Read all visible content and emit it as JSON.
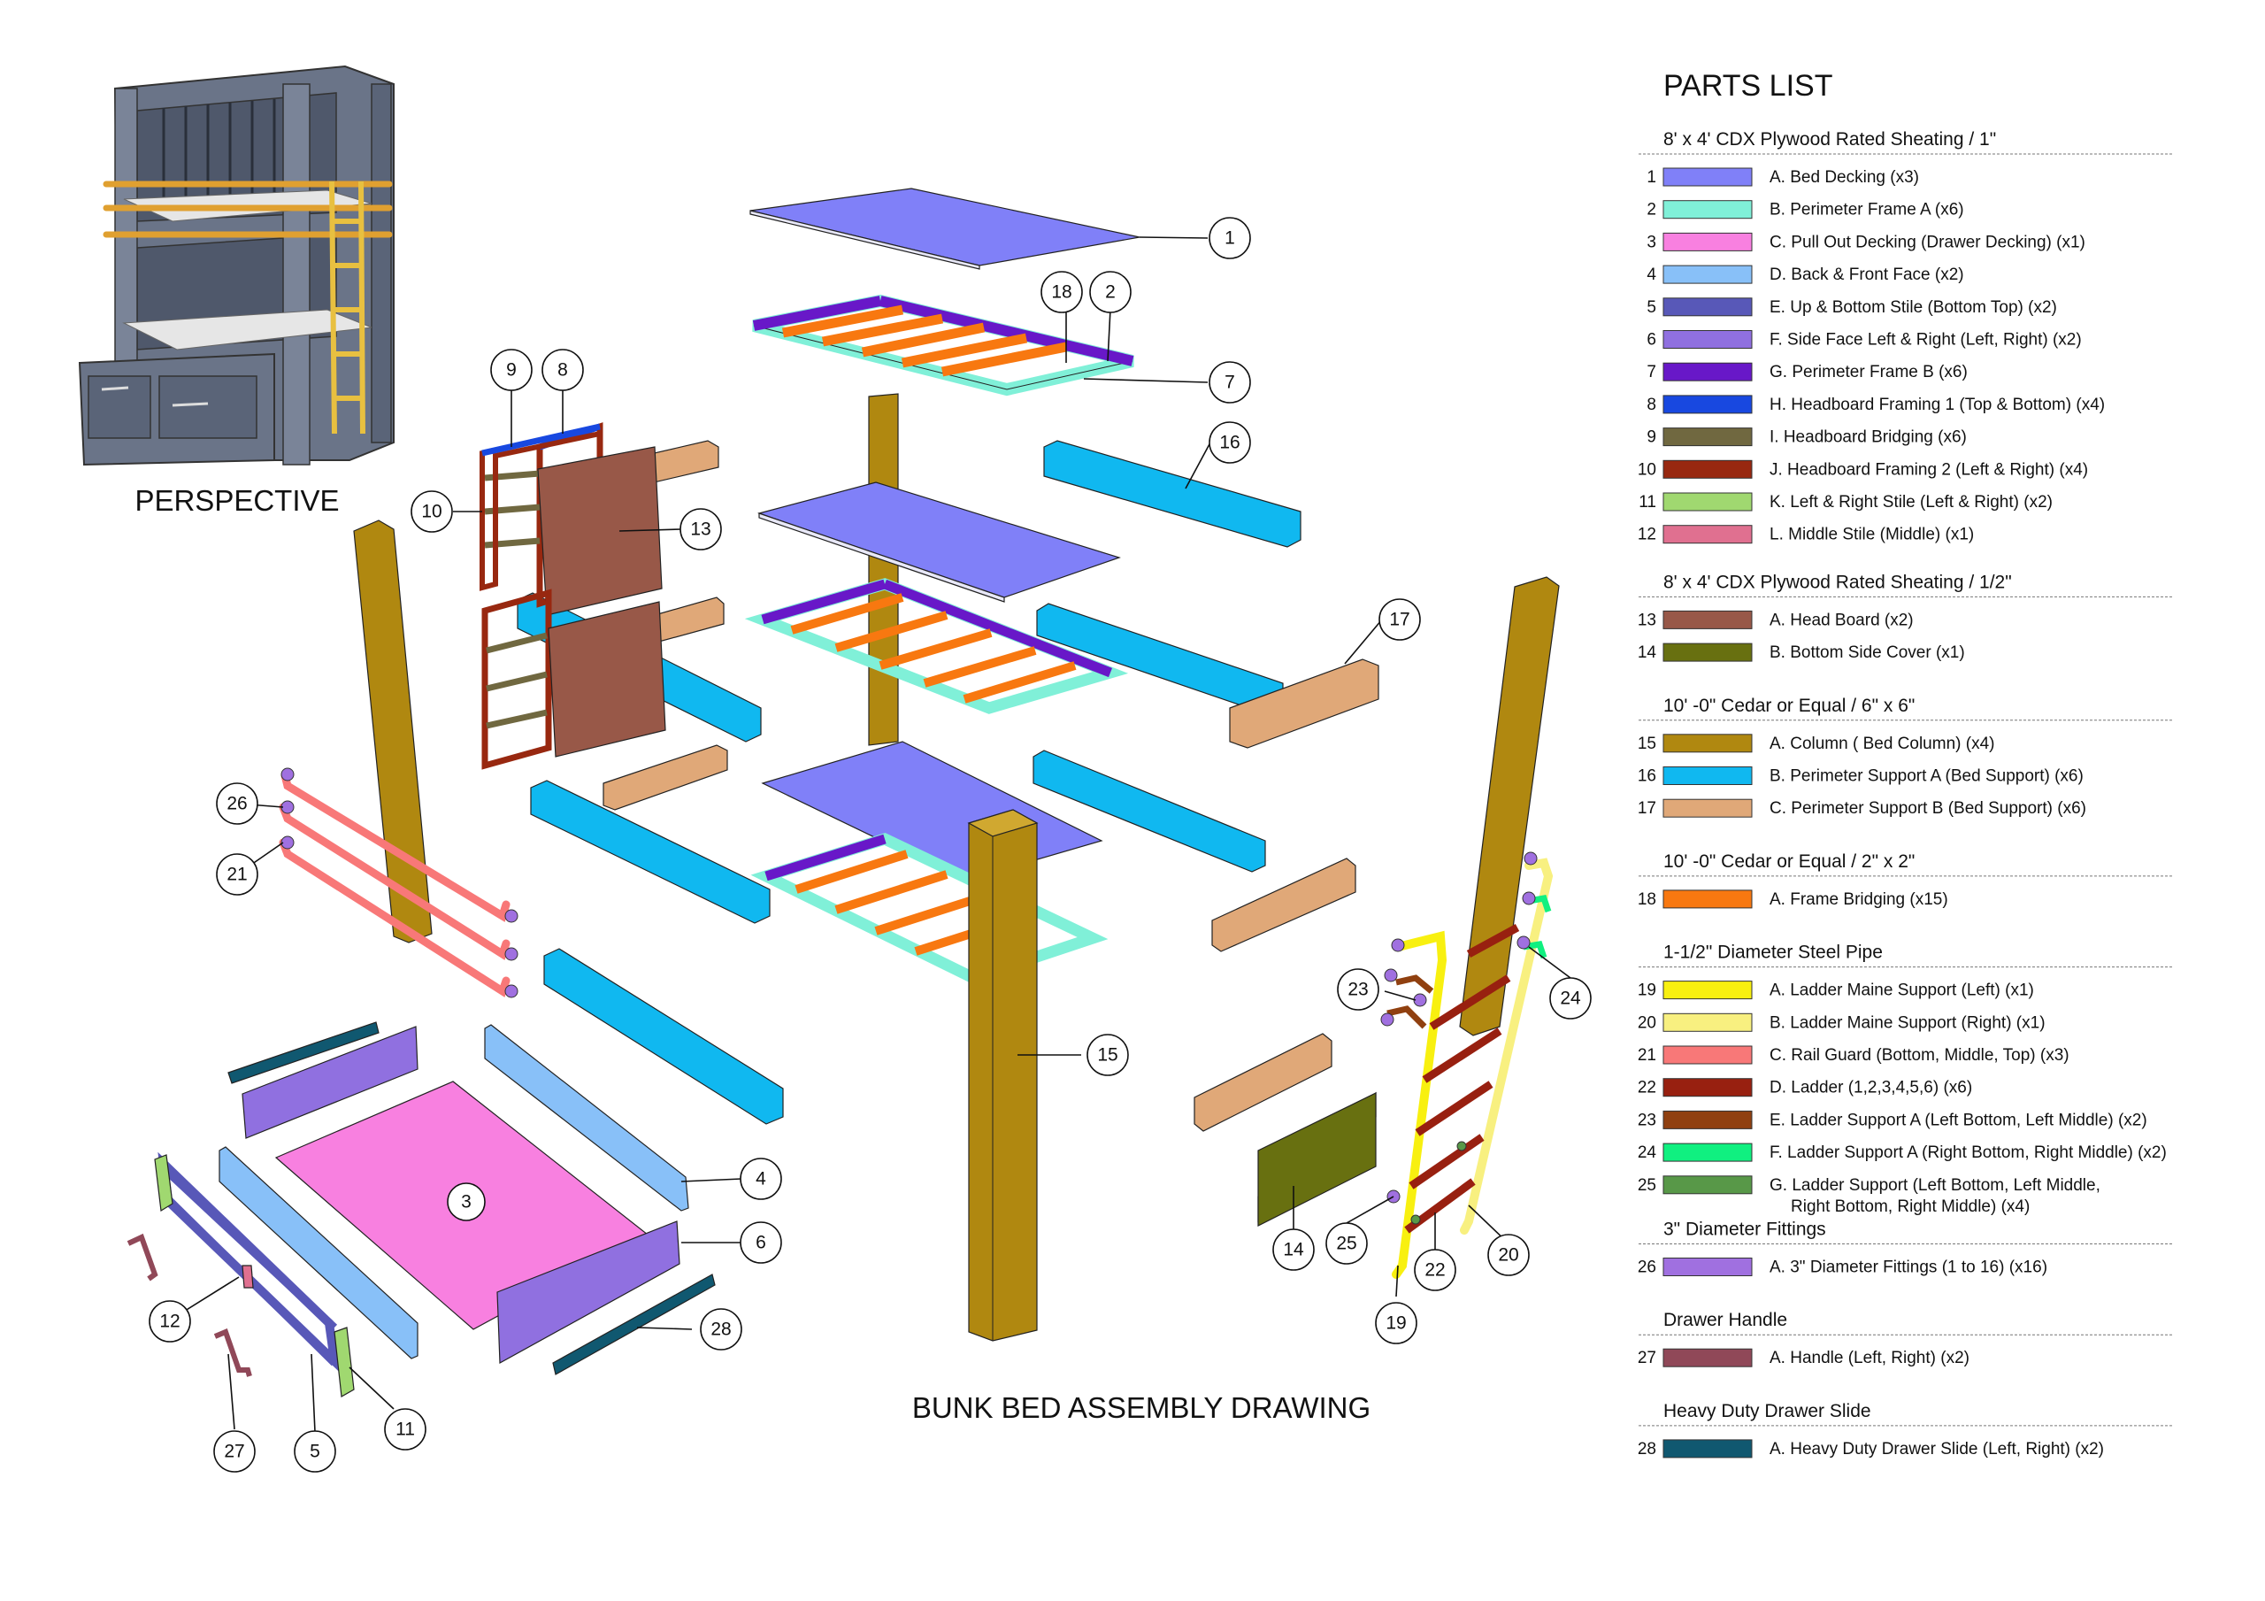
{
  "perspective_label": "PERSPECTIVE",
  "assembly_title": "BUNK BED ASSEMBLY DRAWING",
  "parts_list": {
    "title": "PARTS LIST",
    "groups": [
      {
        "header": "8' x 4' CDX Plywood Rated Sheating / 1\"",
        "items": [
          {
            "num": "1",
            "label": "A. Bed Decking (x3)",
            "color": "#8080F8"
          },
          {
            "num": "2",
            "label": "B. Perimeter Frame A (x6)",
            "color": "#80F0D8"
          },
          {
            "num": "3",
            "label": "C. Pull Out Decking (Drawer Decking) (x1)",
            "color": "#F880E0"
          },
          {
            "num": "4",
            "label": "D. Back & Front Face (x2)",
            "color": "#88C0F8"
          },
          {
            "num": "5",
            "label": "E. Up & Bottom Stile (Bottom Top) (x2)",
            "color": "#5858B8"
          },
          {
            "num": "6",
            "label": "F. Side Face Left & Right (Left, Right) (x2)",
            "color": "#9070E0"
          },
          {
            "num": "7",
            "label": "G. Perimeter Frame B (x6)",
            "color": "#6818C8"
          },
          {
            "num": "8",
            "label": "H. Headboard Framing 1 (Top & Bottom) (x4)",
            "color": "#1848E0"
          },
          {
            "num": "9",
            "label": "I.  Headboard Bridging (x6)",
            "color": "#706840"
          },
          {
            "num": "10",
            "label": "J.  Headboard Framing 2 (Left & Right) (x4)",
            "color": "#982810"
          },
          {
            "num": "11",
            "label": "K. Left & Right Stile (Left & Right) (x2)",
            "color": "#A0D870"
          },
          {
            "num": "12",
            "label": "L. Middle Stile (Middle) (x1)",
            "color": "#E07090"
          }
        ]
      },
      {
        "header": "8' x 4' CDX Plywood Rated Sheating / 1/2\"",
        "items": [
          {
            "num": "13",
            "label": "A. Head Board (x2)",
            "color": "#985848"
          },
          {
            "num": "14",
            "label": "B. Bottom Side Cover (x1)",
            "color": "#687010"
          }
        ]
      },
      {
        "header": "10' -0\" Cedar or Equal / 6\" x 6\"",
        "items": [
          {
            "num": "15",
            "label": "A. Column ( Bed Column) (x4)",
            "color": "#B08810"
          },
          {
            "num": "16",
            "label": "B. Perimeter Support A (Bed Support) (x6)",
            "color": "#10B8F0"
          },
          {
            "num": "17",
            "label": "C. Perimeter Support B (Bed Support) (x6)",
            "color": "#E0A878"
          }
        ]
      },
      {
        "header": "10' -0\" Cedar or Equal / 2\" x 2\"",
        "items": [
          {
            "num": "18",
            "label": "A. Frame Bridging (x15)",
            "color": "#F87810"
          }
        ]
      },
      {
        "header": "1-1/2\" Diameter Steel Pipe",
        "items": [
          {
            "num": "19",
            "label": "A. Ladder Maine Support (Left) (x1)",
            "color": "#F8F010"
          },
          {
            "num": "20",
            "label": "B. Ladder Maine Support (Right) (x1)",
            "color": "#F8F080"
          },
          {
            "num": "21",
            "label": "C. Rail Guard (Bottom, Middle, Top) (x3)",
            "color": "#F87878"
          },
          {
            "num": "22",
            "label": "D. Ladder (1,2,3,4,5,6) (x6)",
            "color": "#982010"
          },
          {
            "num": "23",
            "label": "E. Ladder Support A (Left Bottom, Left Middle) (x2)",
            "color": "#904010"
          },
          {
            "num": "24",
            "label": "F. Ladder Support A (Right Bottom, Right Middle) (x2)",
            "color": "#10F080"
          },
          {
            "num": "25",
            "label": "G. Ladder Support  (Left Bottom, Left Middle,",
            "label2": "Right Bottom, Right Middle) (x4)",
            "color": "#589848"
          }
        ]
      },
      {
        "header": "3\" Diameter Fittings",
        "items": [
          {
            "num": "26",
            "label": "A. 3\" Diameter Fittings (1 to 16) (x16)",
            "color": "#A070E0"
          }
        ]
      },
      {
        "header": "Drawer Handle",
        "items": [
          {
            "num": "27",
            "label": "A. Handle (Left, Right) (x2)",
            "color": "#904858"
          }
        ]
      },
      {
        "header": "Heavy Duty Drawer Slide",
        "items": [
          {
            "num": "28",
            "label": "A. Heavy Duty Drawer Slide (Left, Right) (x2)",
            "color": "#105870"
          }
        ]
      }
    ]
  },
  "callouts": [
    "1",
    "2",
    "3",
    "4",
    "5",
    "6",
    "7",
    "8",
    "9",
    "10",
    "11",
    "12",
    "13",
    "14",
    "15",
    "16",
    "17",
    "18",
    "19",
    "20",
    "21",
    "22",
    "23",
    "24",
    "25",
    "26",
    "27",
    "28"
  ]
}
